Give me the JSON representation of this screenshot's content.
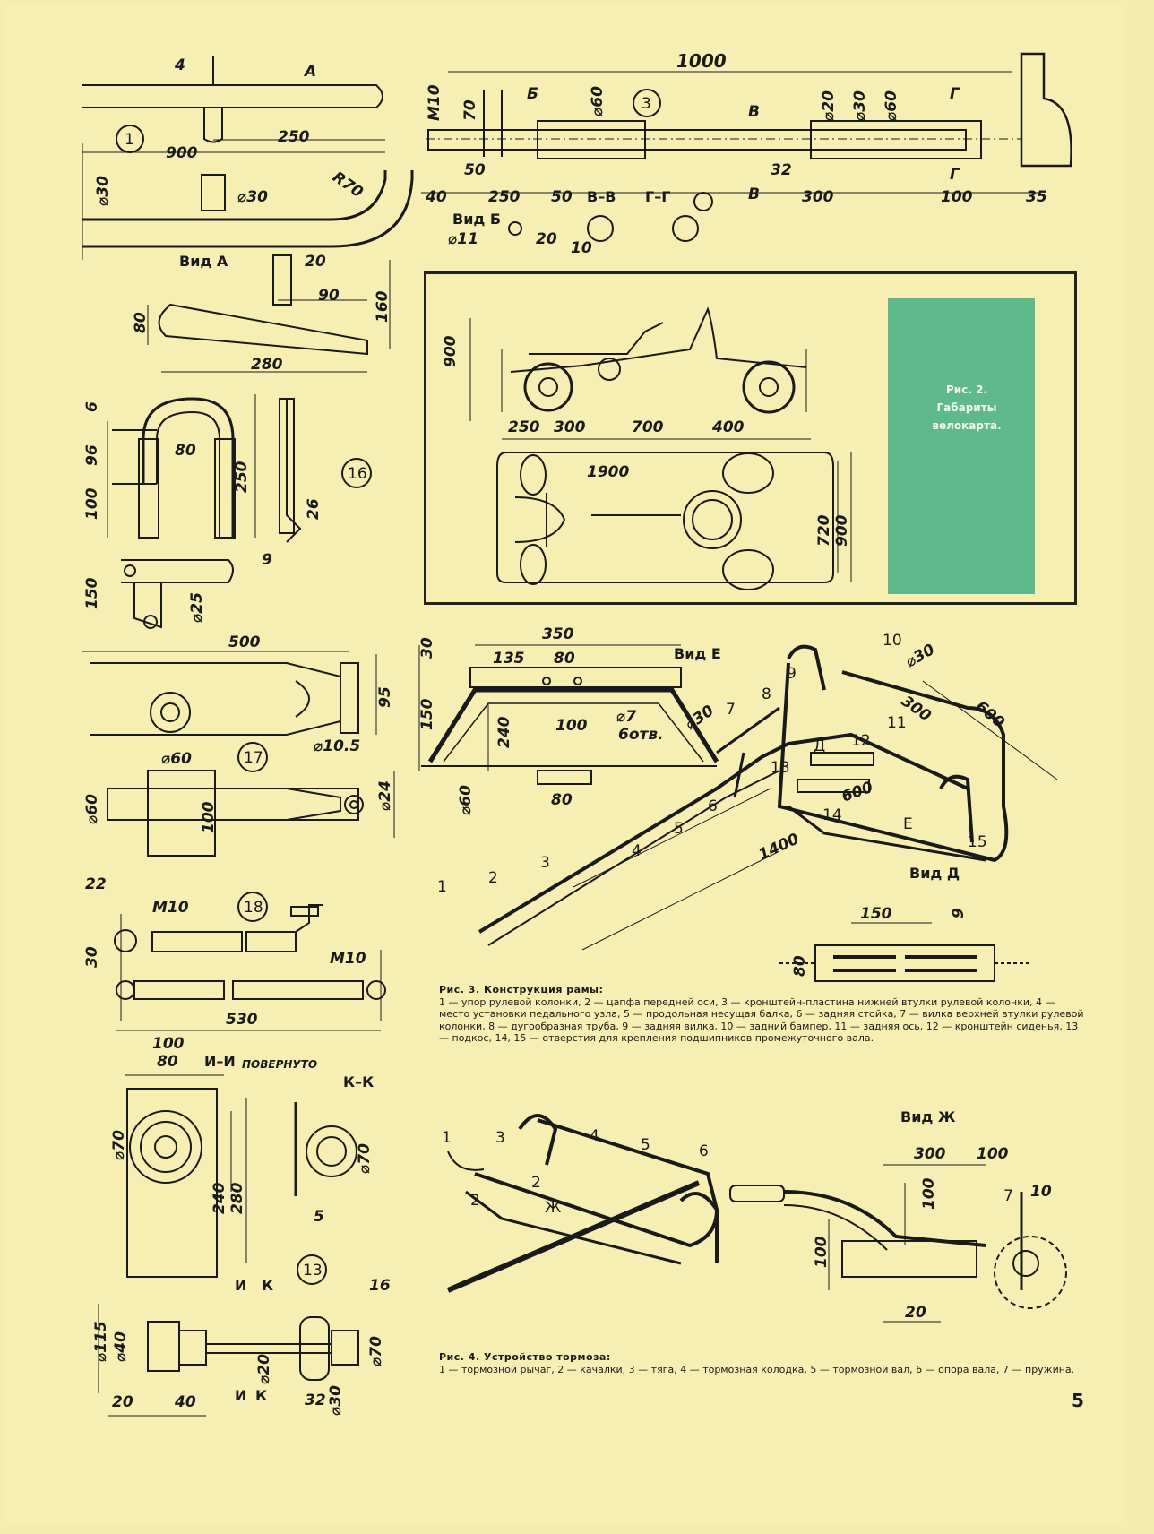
{
  "page": {
    "number": "5"
  },
  "fig1": {
    "number": "1",
    "dims": {
      "d4": "4",
      "a": "A",
      "d900": "900",
      "d250": "250",
      "r70": "R70",
      "d30a": "⌀30",
      "d30b": "⌀30"
    },
    "view_a": {
      "title": "Вид А",
      "d20": "20",
      "d90": "90",
      "d80": "80",
      "d160": "160",
      "d280": "280"
    }
  },
  "fig3": {
    "number": "3",
    "dims": {
      "d1000": "1000",
      "m10": "M10",
      "d70": "70",
      "b": "Б",
      "d60": "⌀60",
      "v": "В",
      "d20": "⌀20",
      "d30": "⌀30",
      "d60b": "⌀60",
      "g": "Г",
      "d50a": "50",
      "d32": "32",
      "g2": "Г",
      "d40": "40",
      "d250": "250",
      "d50b": "50",
      "vv": "В–В",
      "gg": "Г–Г",
      "v2": "В",
      "d300": "300",
      "d100": "100",
      "d35": "35"
    },
    "view_b": {
      "title": "Вид Б",
      "d11": "⌀11",
      "d20": "20",
      "d10": "10"
    }
  },
  "fig2": {
    "caption_title": "Рис. 2.",
    "caption_text": "Габариты велокарта.",
    "dims": {
      "h900": "900",
      "d250": "250",
      "d300": "300",
      "d700": "700",
      "d400": "400",
      "d1900": "1900",
      "d720": "720",
      "d900": "900"
    }
  },
  "fig16": {
    "number": "16",
    "dims": {
      "d6": "6",
      "d96": "96",
      "d80": "80",
      "d250": "250",
      "d100": "100",
      "d26": "26",
      "d9": "9",
      "d150": "150",
      "d25": "⌀25"
    }
  },
  "fig17": {
    "number": "17",
    "dims": {
      "d500": "500",
      "d95": "95",
      "d105": "⌀10.5",
      "d60a": "⌀60",
      "d100": "100",
      "d24": "⌀24",
      "d60b": "⌀60"
    }
  },
  "fig18": {
    "number": "18",
    "dims": {
      "d22": "22",
      "m10a": "M10",
      "d30": "30",
      "m10b": "M10",
      "d530": "530"
    }
  },
  "fig3frame": {
    "view_e": {
      "title": "Вид Е",
      "d350": "350",
      "d135": "135",
      "d80a": "80",
      "d30": "30",
      "d150": "150",
      "d240": "240",
      "d100": "100",
      "d7": "⌀7",
      "holes": "6отв.",
      "d30b": "⌀30",
      "d60": "⌀60",
      "d80b": "80"
    },
    "dims": {
      "d10": "10",
      "d30": "⌀30",
      "d300": "300",
      "d600a": "600",
      "d600b": "600",
      "d1400": "1400",
      "d": "Д",
      "e": "Е"
    },
    "callouts": [
      "1",
      "2",
      "3",
      "4",
      "5",
      "6",
      "7",
      "8",
      "9",
      "11",
      "12",
      "13",
      "14",
      "15"
    ],
    "view_d": {
      "title": "Вид Д",
      "d150": "150",
      "d9": "9",
      "d80": "80"
    }
  },
  "caption3": {
    "title": "Рис. 3. Конструкция рамы:",
    "text": "1 — упор рулевой колонки, 2 — цапфа передней оси, 3 — кронштейн-пластина нижней втулки рулевой колонки, 4 — место установки педального узла, 5 — продольная несущая балка, 6 — задняя стойка, 7 — вилка верхней втулки рулевой колонки, 8 — дугообразная труба, 9 — задняя вилка, 10 — задний бампер, 11 — задняя ось, 12 — кронштейн сиденья, 13 — подкос, 14, 15 — отверстия для крепления подшипников промежуточного вала."
  },
  "fig13": {
    "number": "13",
    "section_ii": "И–И",
    "rotated": "ПОВЕРНУТО",
    "section_kk": "К–К",
    "dims": {
      "d100": "100",
      "d80": "80",
      "d70a": "⌀70",
      "d240": "240",
      "d280": "280",
      "d70b": "⌀70",
      "d5": "5",
      "i1": "И",
      "k1": "К",
      "d16": "16",
      "d115": "⌀115",
      "d40a": "⌀40",
      "d70c": "⌀70",
      "d20a": "⌀20",
      "d30": "⌀30",
      "d20b": "20",
      "d40b": "40",
      "i2": "И",
      "k2": "К",
      "d32": "32"
    }
  },
  "fig4": {
    "callouts": [
      "1",
      "2",
      "2",
      "3",
      "4",
      "5",
      "6",
      "7"
    ],
    "zh": "Ж",
    "view_zh": {
      "title": "Вид Ж",
      "d300": "300",
      "d100a": "100",
      "d10": "10",
      "d100b": "100",
      "d100c": "100",
      "d20": "20"
    }
  },
  "caption4": {
    "title": "Рис. 4. Устройство тормоза:",
    "text": "1 — тормозной рычаг, 2 — качалки, 3 — тяга, 4 — тормозная колодка, 5 — тормозной вал, 6 — опора вала, 7 — пружина."
  },
  "colors": {
    "paper": "#f7eeb4",
    "ink": "#1a1a1a",
    "panel": "#5fb98a"
  }
}
